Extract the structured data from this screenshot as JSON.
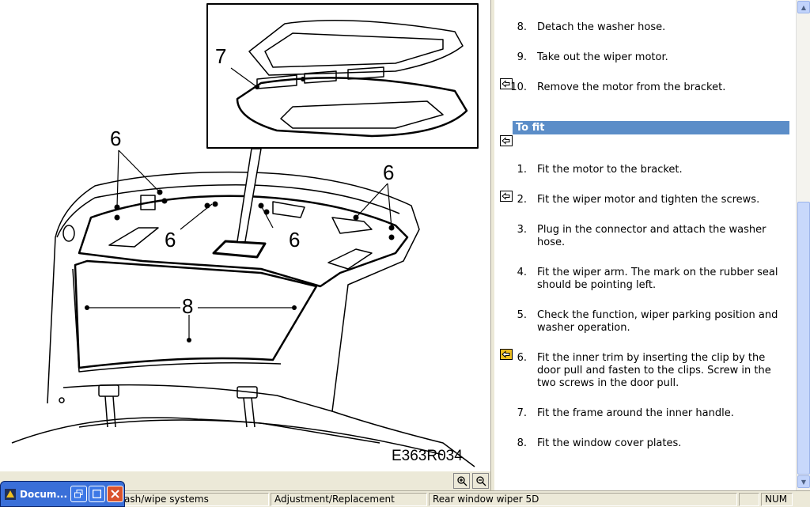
{
  "illustration": {
    "code": "E363R034",
    "callouts": {
      "six": "6",
      "seven": "7",
      "eight": "8"
    },
    "zoom_in_icon": "magnifier-plus-icon",
    "zoom_out_icon": "magnifier-minus-icon"
  },
  "removal_steps": [
    {
      "num": "8.",
      "text": "Detach the washer hose."
    },
    {
      "num": "9.",
      "text": "Take out the wiper motor."
    },
    {
      "num": "10.",
      "text": "Remove the motor from the bracket."
    }
  ],
  "to_fit": {
    "heading": "To fit",
    "steps": [
      {
        "num": "1.",
        "text": "Fit the motor to the bracket."
      },
      {
        "num": "2.",
        "text": "Fit the wiper motor and tighten the screws."
      },
      {
        "num": "3.",
        "text": "Plug in the connector and attach the washer hose."
      },
      {
        "num": "4.",
        "text": "Fit the wiper arm. The mark on the rubber seal should be pointing left."
      },
      {
        "num": "5.",
        "text": "Check the function, wiper parking position and washer operation."
      },
      {
        "num": "6.",
        "text": "Fit the inner trim by inserting the clip by the door pull and fasten to the clips. Screw in the two screws in the door pull."
      },
      {
        "num": "7.",
        "text": "Fit the frame around the inner handle."
      },
      {
        "num": "8.",
        "text": "Fit the window cover plates."
      }
    ]
  },
  "statusbar": {
    "section": "ash/wipe systems",
    "category": "Adjustment/Replacement",
    "topic": "Rear window wiper 5D",
    "num": "NUM"
  },
  "mini_window": {
    "title": "Docum..."
  },
  "colors": {
    "section_head": "#5b8dc8",
    "accent_icon": "#f0c020"
  }
}
